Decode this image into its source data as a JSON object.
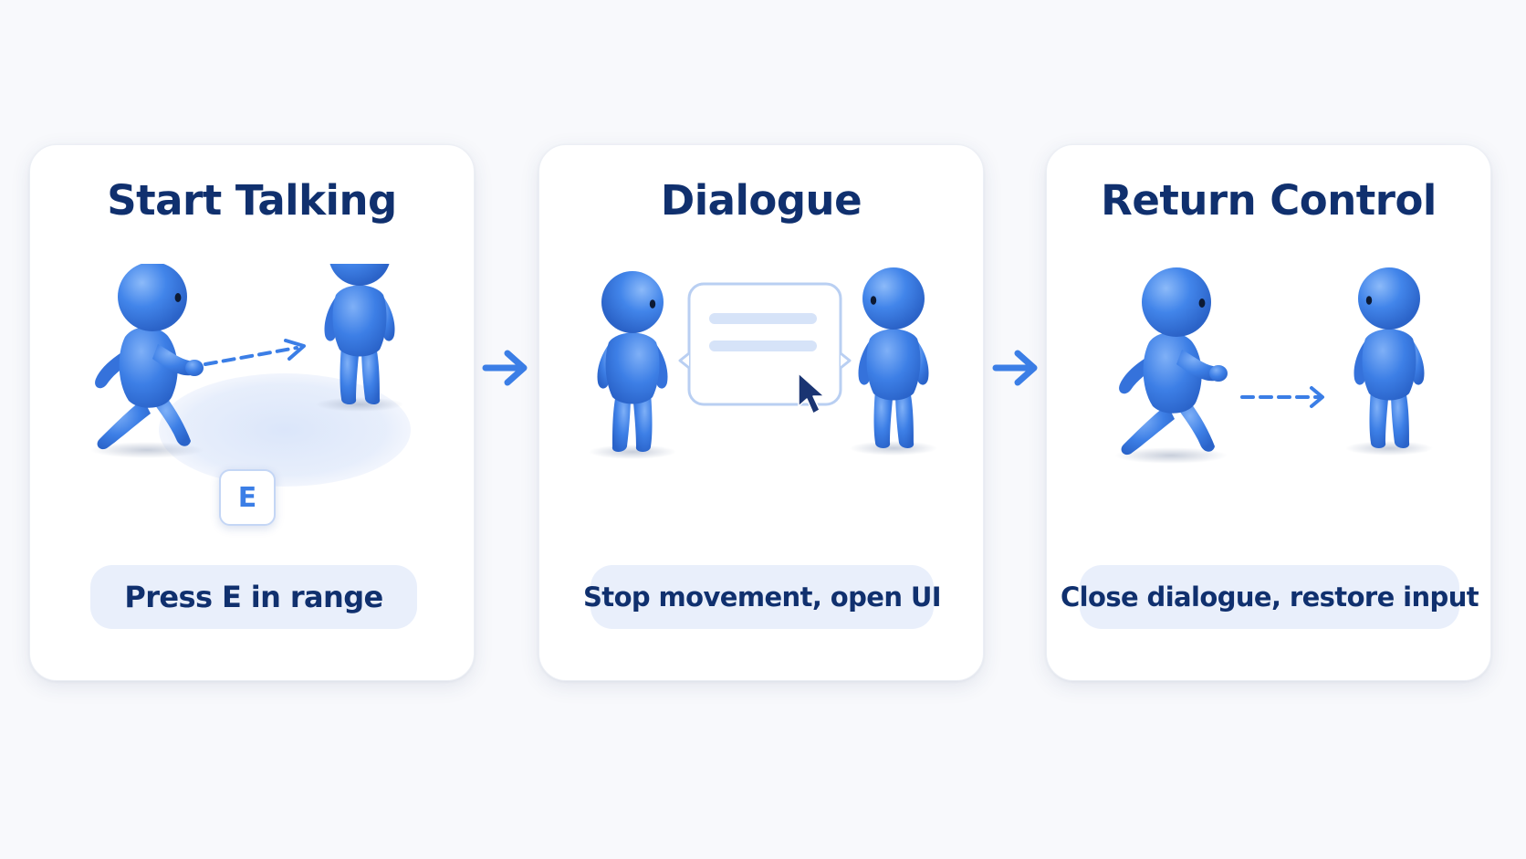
{
  "steps": [
    {
      "title": "Start Talking",
      "caption": "Press E in range",
      "key_label": "E"
    },
    {
      "title": "Dialogue",
      "caption": "Stop movement, open UI"
    },
    {
      "title": "Return Control",
      "caption": "Close dialogue, restore input"
    }
  ],
  "colors": {
    "figure": "#3b7ee6",
    "title": "#10306e",
    "pill": "#e9effb",
    "accent": "#3b7ee6"
  }
}
